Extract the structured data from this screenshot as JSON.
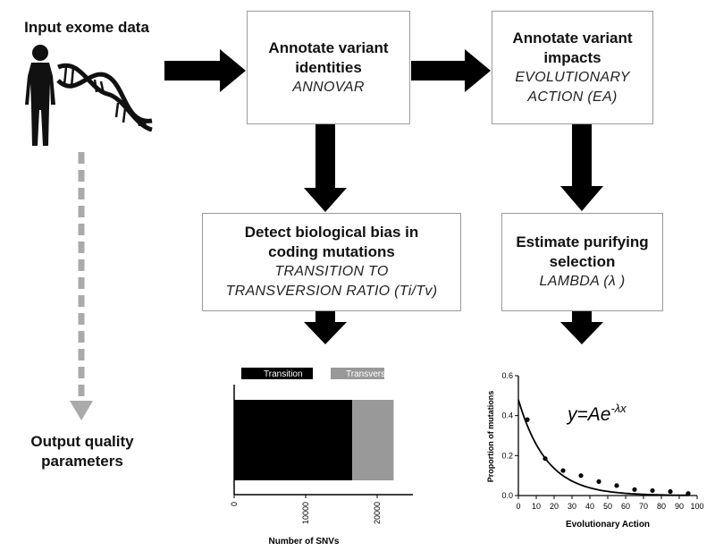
{
  "input_label": "Input exome data",
  "output_label": [
    "Output quality",
    "parameters"
  ],
  "boxes": {
    "annovar": {
      "title": [
        "Annotate variant",
        "identities"
      ],
      "method": [
        "ANNOVAR"
      ]
    },
    "ea": {
      "title": [
        "Annotate variant",
        "impacts"
      ],
      "method": [
        "EVOLUTIONARY",
        "ACTION (EA)"
      ]
    },
    "titv": {
      "title": [
        "Detect biological bias in",
        "coding mutations"
      ],
      "method": [
        "TRANSITION TO",
        "TRANSVERSION RATIO (Ti/Tv)"
      ]
    },
    "lambda": {
      "title": [
        "Estimate purifying",
        "selection"
      ],
      "method": [
        "LAMBDA (λ )"
      ]
    }
  },
  "icons": {
    "person": "person-silhouette-icon",
    "dna": "dna-helix-icon"
  },
  "chart_data": [
    {
      "type": "bar",
      "orientation": "horizontal",
      "stacked": true,
      "categories": [
        ""
      ],
      "series": [
        {
          "name": "Transition",
          "values": [
            16500
          ],
          "color": "#000000"
        },
        {
          "name": "Transversion",
          "values": [
            5800
          ],
          "color": "#999999"
        }
      ],
      "xlabel": "Number of SNVs",
      "xticks": [
        "0",
        "10000",
        "20000"
      ],
      "xlim": [
        0,
        25000
      ],
      "legend": "top"
    },
    {
      "type": "scatter",
      "x": [
        5,
        15,
        25,
        35,
        45,
        55,
        65,
        75,
        85,
        95
      ],
      "y": [
        0.38,
        0.185,
        0.125,
        0.1,
        0.07,
        0.05,
        0.03,
        0.025,
        0.02,
        0.01
      ],
      "fit": {
        "A": 0.48,
        "lambda": 0.063
      },
      "equation": {
        "base": "y=Ae",
        "exp": "-λx"
      },
      "xlabel": "Evolutionary Action",
      "ylabel": "Proportion of mutations",
      "xticks": [
        "0",
        "10",
        "20",
        "30",
        "40",
        "50",
        "60",
        "70",
        "80",
        "90",
        "100"
      ],
      "yticks": [
        "0.0",
        "0.2",
        "0.4",
        "0.6"
      ],
      "xlim": [
        0,
        100
      ],
      "ylim": [
        0,
        0.6
      ]
    }
  ]
}
